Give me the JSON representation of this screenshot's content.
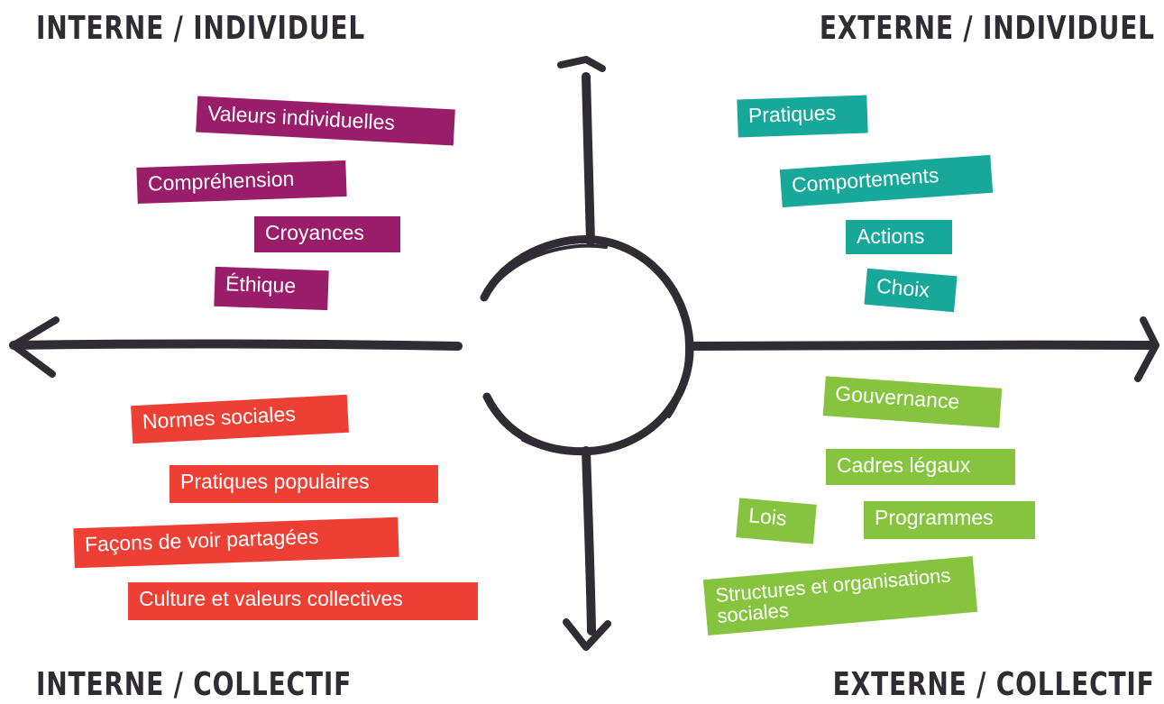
{
  "headings": {
    "top_left": "INTERNE / INDIVIDUEL",
    "top_right": "EXTERNE / INDIVIDUEL",
    "bottom_left": "INTERNE / COLLECTIF",
    "bottom_right": "EXTERNE / COLLECTIF"
  },
  "colors": {
    "interne_individuel": "#9a1d6a",
    "externe_individuel": "#17a89a",
    "interne_collectif": "#ee3f35",
    "externe_collectif": "#86c440",
    "axes": "#2f2c33"
  },
  "quadrants": {
    "interne_individuel": [
      "Valeurs individuelles",
      "Compréhension",
      "Croyances",
      "Éthique"
    ],
    "externe_individuel": [
      "Pratiques",
      "Comportements",
      "Actions",
      "Choix"
    ],
    "interne_collectif": [
      "Normes sociales",
      "Pratiques populaires",
      "Façons de voir partagées",
      "Culture et valeurs collectives"
    ],
    "externe_collectif": [
      "Gouvernance",
      "Cadres légaux",
      "Lois",
      "Programmes",
      "Structures et organisations sociales"
    ]
  }
}
